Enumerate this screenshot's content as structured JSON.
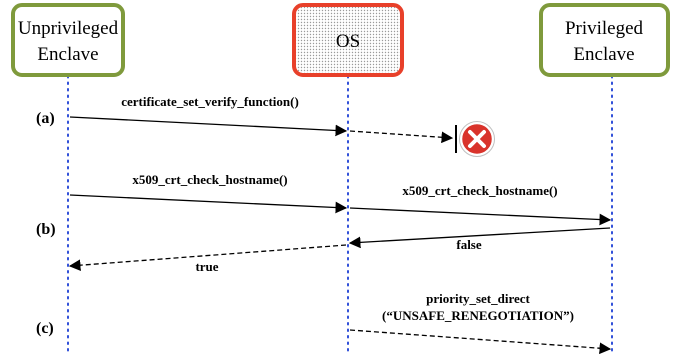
{
  "participants": {
    "unprivileged": {
      "line1": "Unprivileged",
      "line2": "Enclave"
    },
    "os": {
      "label": "OS"
    },
    "privileged": {
      "line1": "Privileged",
      "line2": "Enclave"
    }
  },
  "colors": {
    "enclave_border": "#7f9a3c",
    "os_border": "#e8402a",
    "lifeline": "#2f4fd8",
    "error_badge": "#d9332b"
  },
  "scenarios": {
    "a": {
      "label": "(a)",
      "call": "certificate_set_verify_function()",
      "result_icon": "error-x-icon"
    },
    "b": {
      "label": "(b)",
      "call_to_os": "x509_crt_check_hostname()",
      "call_to_privileged": "x509_crt_check_hostname()",
      "return_from_privileged": "false",
      "return_to_unprivileged": "true"
    },
    "c": {
      "label": "(c)",
      "call_line1": "priority_set_direct",
      "call_line2": "(“UNSAFE_RENEGOTIATION”)"
    }
  }
}
